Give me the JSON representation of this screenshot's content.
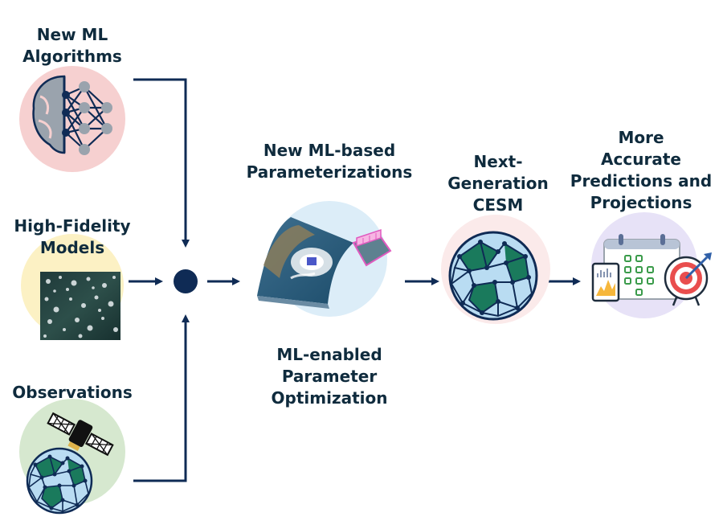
{
  "labels": {
    "new_ml_algorithms": [
      "New ML",
      "Algorithms"
    ],
    "high_fidelity_models": [
      "High-Fidelity",
      "Models"
    ],
    "observations": [
      "Observations"
    ],
    "new_ml_param": [
      "New ML-based",
      "Parameterizations"
    ],
    "ml_enabled": [
      "ML-enabled",
      "Parameter",
      "Optimization"
    ],
    "next_gen": [
      "Next-",
      "Generation",
      "CESM"
    ],
    "more_accurate": [
      "More",
      "Accurate",
      "Predictions and",
      "Projections"
    ]
  },
  "colors": {
    "arrow": "#0f2b55",
    "text": "#0f2b3d",
    "pink_circle": "#f6d0d0",
    "yellow_circle": "#fcf1c4",
    "green_circle": "#d6e8cf",
    "blue_circle": "#dcedf8",
    "lavender_circle": "#e7e2f7",
    "globe_land": "#1a7a5c",
    "globe_water": "#b9dcf2"
  },
  "icons": [
    "brain-network-icon",
    "cloud-image-icon",
    "satellite-icon",
    "globe-mesh-icon",
    "hurricane-grid-icon",
    "calendar-icon",
    "chart-icon",
    "target-icon"
  ]
}
